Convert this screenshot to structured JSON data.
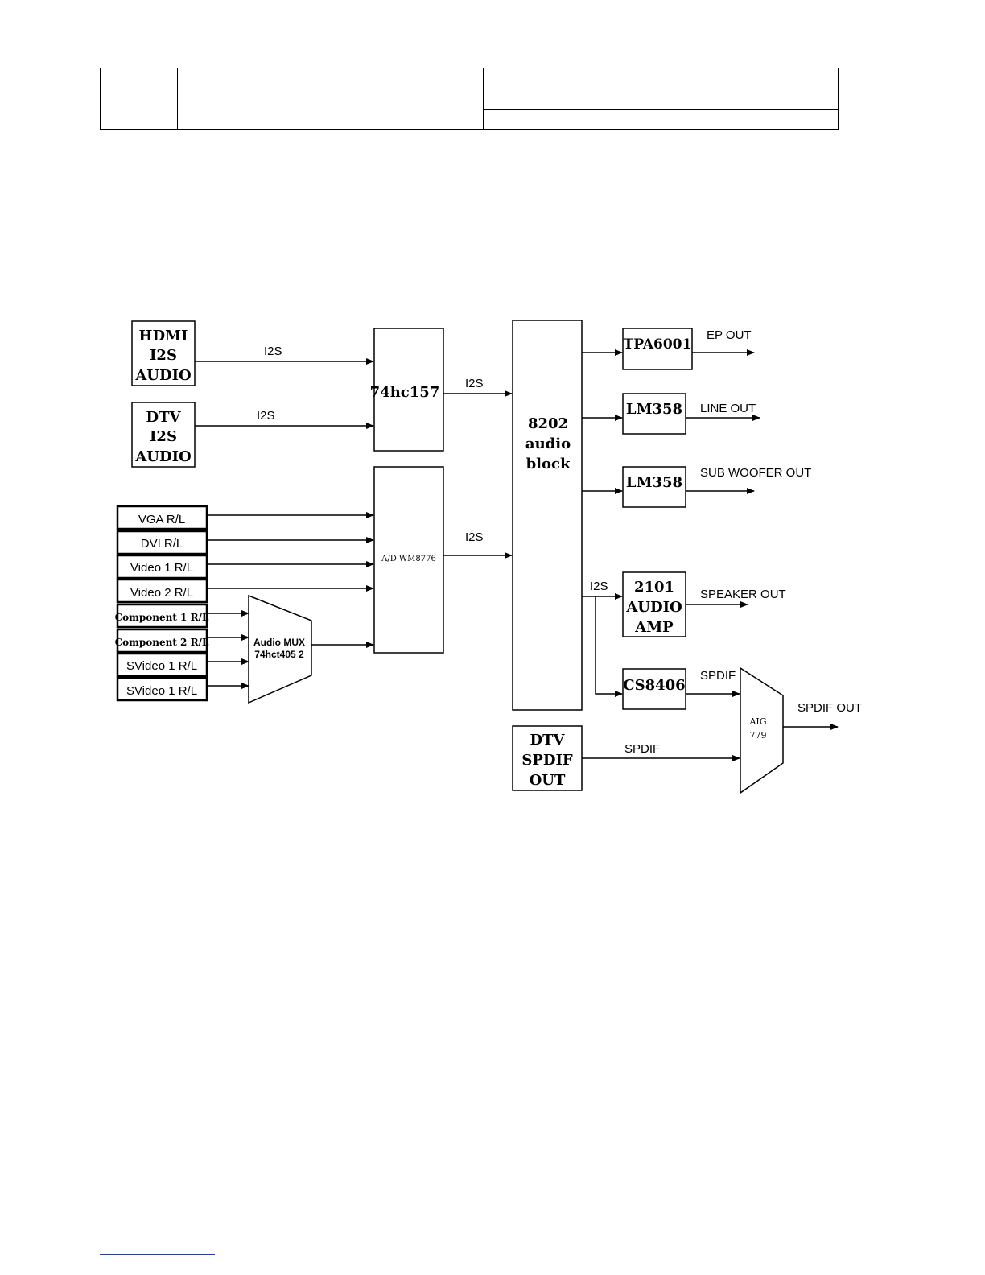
{
  "blocks": {
    "hdmi": [
      "HDMI",
      "I2S",
      "AUDIO"
    ],
    "dtv_i2s": [
      "DTV",
      "I2S",
      "AUDIO"
    ],
    "mux_74hc157": "74hc157",
    "adc": "A/D WM8776",
    "audio_block": [
      "8202",
      "audio",
      "block"
    ],
    "tpa6001": "TPA6001",
    "lm358_line": "LM358",
    "lm358_sub": "LM358",
    "amp_2101": [
      "2101",
      "AUDIO",
      "AMP"
    ],
    "cs8406": "CS8406",
    "dtv_spdif": [
      "DTV",
      "SPDIF",
      "OUT"
    ],
    "audio_mux": [
      "Audio MUX",
      "74hct405 2"
    ],
    "aig": [
      "AIG",
      "779"
    ]
  },
  "inputs": [
    "VGA R/L",
    "DVI R/L",
    "Video 1 R/L",
    "Video 2 R/L",
    "Component 1 R/L",
    "Component 2 R/L",
    "SVideo 1 R/L",
    "SVideo 1 R/L"
  ],
  "signals": {
    "i2s_hdmi": "I2S",
    "i2s_dtv": "I2S",
    "i2s_mux_out": "I2S",
    "i2s_adc_out": "I2S",
    "i2s_block_out": "I2S",
    "spdif_cs": "SPDIF",
    "spdif_dtv": "SPDIF"
  },
  "outputs": {
    "ep": "EP OUT",
    "line": "LINE OUT",
    "sub": "SUB WOOFER OUT",
    "speaker": "SPEAKER OUT",
    "spdif": "SPDIF OUT"
  }
}
